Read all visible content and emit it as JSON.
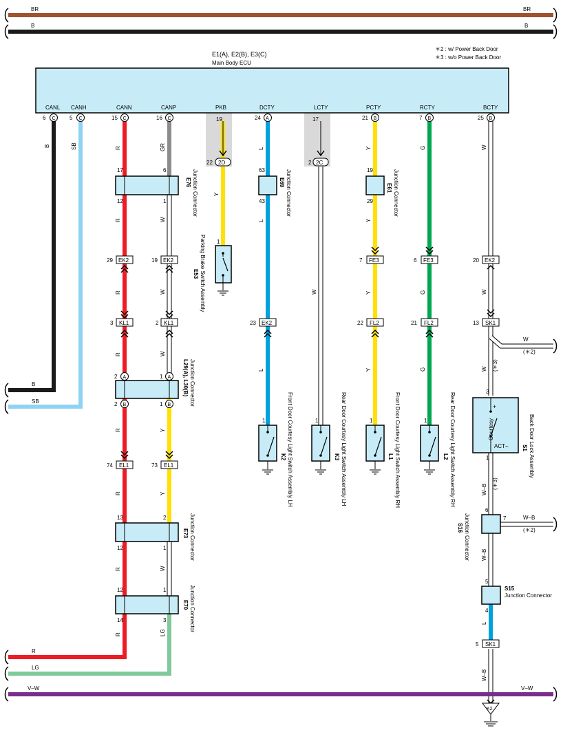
{
  "ecu": {
    "title": "E1(A), E2(B), E3(C)",
    "subtitle": "Main Body ECU"
  },
  "notes": [
    "＊2 : w/ Power Back Door",
    "＊3 : w/o Power Back Door"
  ],
  "buses": {
    "top1": "BR",
    "top2": "B",
    "bottom": "V–W"
  },
  "pins": [
    {
      "name": "CANL",
      "num": "6",
      "conn": "C"
    },
    {
      "name": "CANH",
      "num": "5",
      "conn": "C"
    },
    {
      "name": "CANN",
      "num": "15",
      "conn": "C"
    },
    {
      "name": "CANP",
      "num": "16",
      "conn": "C"
    },
    {
      "name": "PKB",
      "num": "19",
      "conn": ""
    },
    {
      "name": "DCTY",
      "num": "24",
      "conn": "A"
    },
    {
      "name": "LCTY",
      "num": "17",
      "conn": ""
    },
    {
      "name": "PCTY",
      "num": "21",
      "conn": "B"
    },
    {
      "name": "RCTY",
      "num": "7",
      "conn": "B"
    },
    {
      "name": "BCTY",
      "num": "25",
      "conn": "B"
    }
  ],
  "wire_colors": {
    "B": "B",
    "SB": "SB",
    "R": "R",
    "GR": "GR",
    "Y": "Y",
    "L": "L",
    "W": "W",
    "G": "G",
    "LG": "LG",
    "WB": "W–B"
  },
  "colors": {
    "BR": "#a0522d",
    "B": "#1a1a1a",
    "SB": "#8fd3f4",
    "R": "#ed1c24",
    "GR": "#8c8c8c",
    "Y": "#ffe000",
    "L": "#00a0e0",
    "W": "#ffffff",
    "G": "#00a650",
    "LG": "#7fc99a",
    "VW": "#7a2d8a",
    "ECU": "#c8ecf7",
    "SHADE": "#d9d9d9"
  },
  "junctions": {
    "E76": {
      "id": "E76",
      "label": "Junction Connector",
      "pins": [
        "17",
        "6",
        "12",
        "1"
      ]
    },
    "L29": {
      "id": "L29(A), L30(B)",
      "label": "Junction Connector",
      "pins": [
        "2",
        "1",
        "2",
        "1"
      ]
    },
    "E73": {
      "id": "E73",
      "label": "Junction Connector",
      "pins": [
        "13",
        "2",
        "12",
        "1"
      ]
    },
    "E70": {
      "id": "E70",
      "label": "Junction Connector",
      "pins": [
        "12",
        "1",
        "14",
        "3"
      ]
    },
    "E69": {
      "id": "E69",
      "label": "Junction Connector",
      "pins": [
        "63",
        "43"
      ]
    },
    "E61": {
      "id": "E61",
      "label": "Junction Connector",
      "pins": [
        "19",
        "29"
      ]
    },
    "S16": {
      "id": "S16",
      "label": "Junction Connector",
      "pins": [
        "6",
        "7"
      ]
    },
    "S15": {
      "id": "S15",
      "label": "Junction Connector",
      "pins": [
        "5",
        "4"
      ]
    }
  },
  "connectors": {
    "EK2": "EK2",
    "KL1": "KL1",
    "EL1": "EL1",
    "FE3": "FE3",
    "FL2": "FL2",
    "SK1": "SK1",
    "P2D": "2D",
    "P2C": "2C"
  },
  "conn_pins": {
    "ek2_canN": "29",
    "ek2_canP": "19",
    "kl1_canN": "3",
    "kl1_canP": "2",
    "el1_canN": "74",
    "el1_canP": "73",
    "ek2_dcty": "23",
    "fe3_pcty": "7",
    "fe3_rcty": "6",
    "ek2_bcty": "20",
    "fl2_pcty": "22",
    "fl2_rcty": "21",
    "sk1_bcty": "13",
    "sk1_low": "5",
    "pkb_2d": "22",
    "lcty_2c": "2",
    "e53_pin": "1",
    "k2_pin": "1",
    "k3_pin": "1",
    "l1_pin": "1",
    "l2_pin": "1",
    "s1_top": "3",
    "s1_bot": "1",
    "conn_A": "A",
    "conn_B": "B"
  },
  "switches": {
    "E53": {
      "id": "E53",
      "label": "Parking Brake Switch Assembly"
    },
    "K2": {
      "id": "K2",
      "label": "Front Door Courtesy Light Switch Assembly LH"
    },
    "K3": {
      "id": "K3",
      "label": "Rear Door Courtesy Light Switch Assembly LH"
    },
    "L1": {
      "id": "L1",
      "label": "Front Door Courtesy Light Switch Assembly RH"
    },
    "L2": {
      "id": "L2",
      "label": "Rear Door Courtesy Light Switch Assembly RH"
    },
    "S1": {
      "id": "S1",
      "label": "Back Door Lock Assembly",
      "inner": "Courtesy",
      "plus": "+",
      "act": "ACT–"
    }
  },
  "notes_wire": {
    "n2": "(＊2)",
    "n3": "(＊3)"
  },
  "ground": {
    "K2": "K2"
  }
}
